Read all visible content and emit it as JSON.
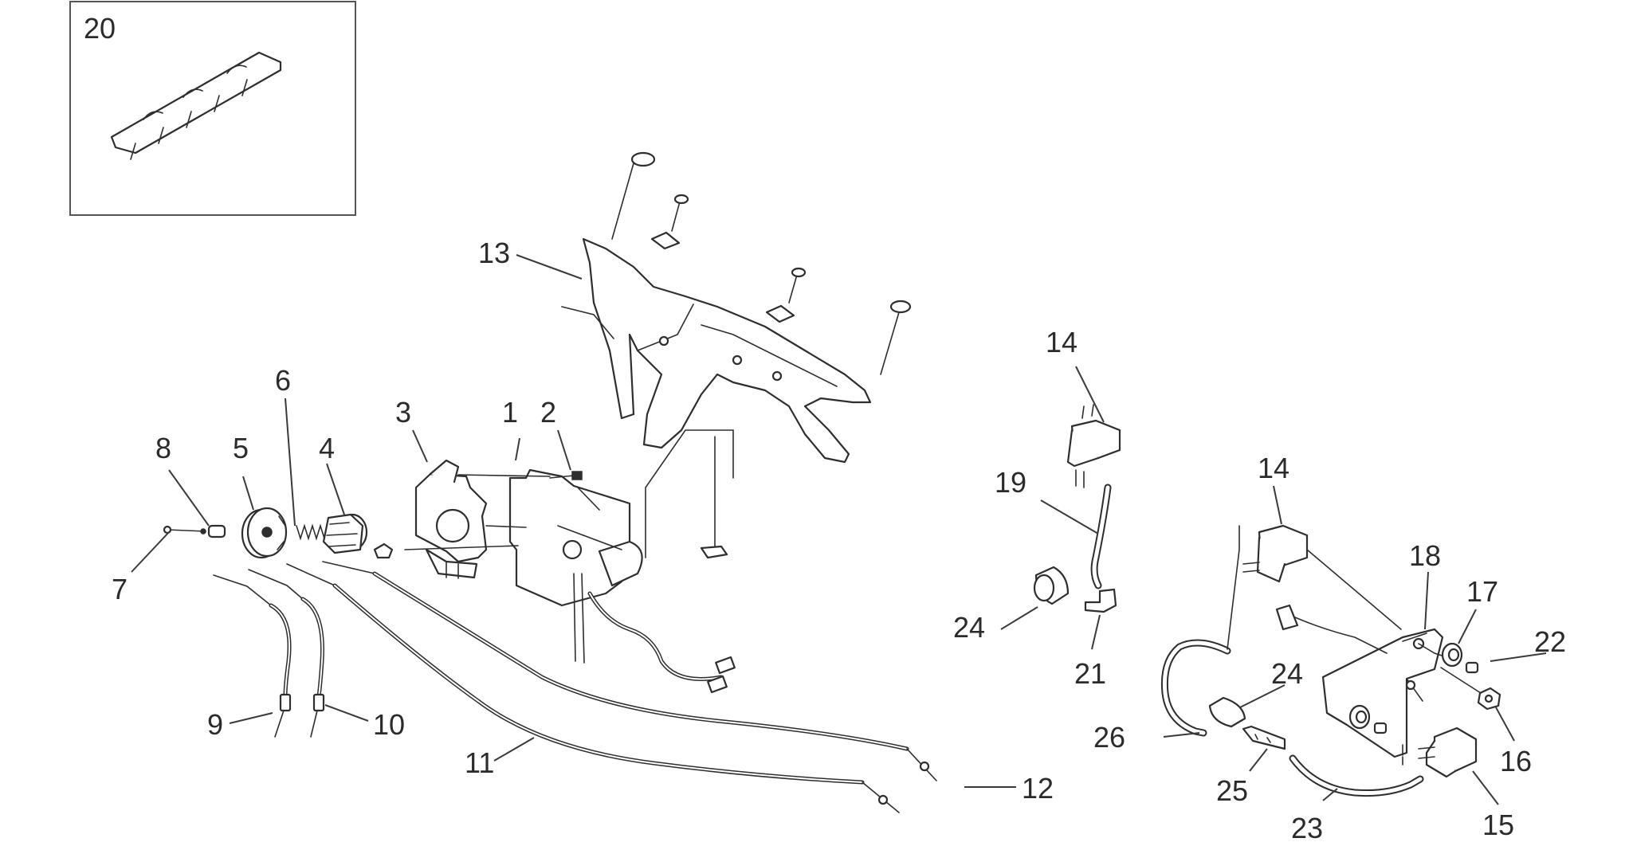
{
  "callouts": {
    "c1": "1",
    "c2": "2",
    "c3": "3",
    "c4": "4",
    "c5": "5",
    "c6": "6",
    "c7": "7",
    "c8": "8",
    "c9": "9",
    "c10": "10",
    "c11": "11",
    "c12": "12",
    "c13": "13",
    "c14a": "14",
    "c14b": "14",
    "c15": "15",
    "c16": "16",
    "c17": "17",
    "c18": "18",
    "c19": "19",
    "c20": "20",
    "c21": "21",
    "c22": "22",
    "c23": "23",
    "c24a": "24",
    "c24b": "24",
    "c25": "25",
    "c26": "26"
  },
  "colors": {
    "line": "#2e2e2e",
    "text": "#2b2b2b",
    "background": "#ffffff"
  }
}
